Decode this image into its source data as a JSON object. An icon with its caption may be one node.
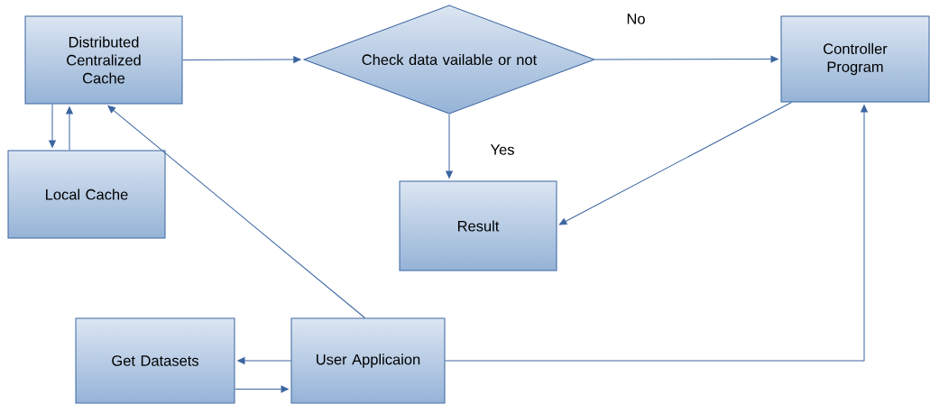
{
  "diagram": {
    "nodes": [
      {
        "text": [
          "Distributed Centralized Cache"
        ]
      },
      {
        "text": [
          "Check data vailable or not"
        ]
      },
      {
        "text": [
          "Controller Program"
        ]
      },
      {
        "text": [
          "Local Cache"
        ]
      },
      {
        "text": [
          "Result"
        ]
      },
      {
        "text": [
          "Get Datasets"
        ]
      },
      {
        "text": [
          "User Applicaion"
        ]
      }
    ],
    "edges": [
      {
        "from": 0,
        "to": 1,
        "arrow": "to"
      },
      {
        "from": 1,
        "to": 2,
        "arrow": "to",
        "label": "No"
      },
      {
        "from": 1,
        "to": 4,
        "arrow": "to",
        "label": "Yes"
      },
      {
        "from": 2,
        "to": 4,
        "arrow": "to"
      },
      {
        "from": 0,
        "to": 3,
        "arrow": "to"
      },
      {
        "from": 3,
        "to": 0,
        "arrow": "to"
      },
      {
        "from": 6,
        "to": 0,
        "arrow": "to"
      },
      {
        "from": 6,
        "to": 5,
        "arrow": "to"
      },
      {
        "from": 5,
        "to": 6,
        "arrow": "to"
      },
      {
        "from": 6,
        "to": 2,
        "arrow": "to"
      }
    ]
  }
}
